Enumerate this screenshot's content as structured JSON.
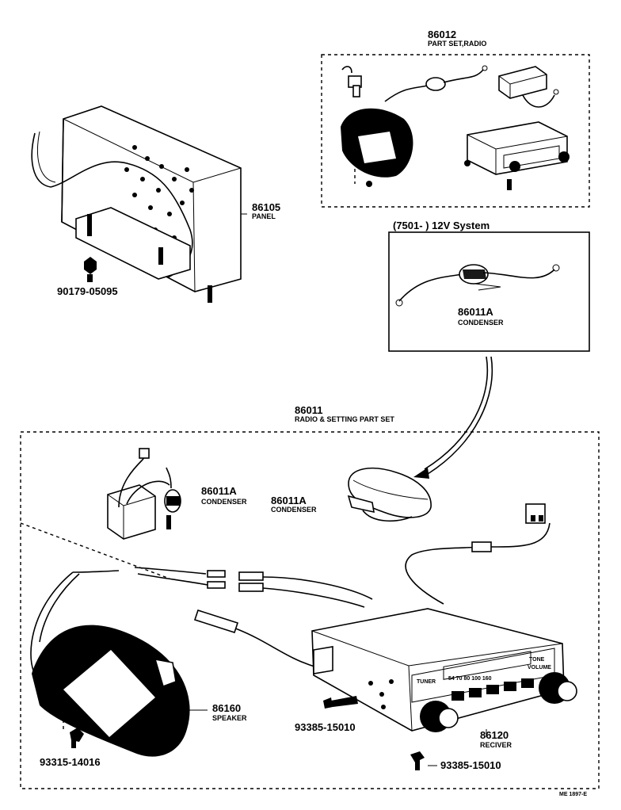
{
  "parts": {
    "part_set_radio": {
      "number": "86012",
      "name": "PART SET,RADIO"
    },
    "panel": {
      "number": "86105",
      "name": "PANEL"
    },
    "bolt_panel": {
      "number": "90179-05095"
    },
    "system_box": {
      "title": "(7501-      ) 12V System"
    },
    "condenser_12v": {
      "number": "86011A",
      "name": "CONDENSER"
    },
    "radio_setting_set": {
      "number": "86011",
      "name": "RADIO & SETTING PART SET"
    },
    "condenser_left": {
      "number": "86011A",
      "name": "CONDENSER"
    },
    "condenser_center": {
      "number": "86011A",
      "name": "CONDENSER"
    },
    "speaker": {
      "number": "86160",
      "name": "SPEAKER"
    },
    "screw_speaker": {
      "number": "93315-14016"
    },
    "screw_receiver_a": {
      "number": "93385-15010"
    },
    "receiver": {
      "number": "86120",
      "name": "RECIVER"
    },
    "screw_receiver_b": {
      "number": "93385-15010"
    }
  },
  "receiver_face": {
    "tuner": "TUNER",
    "dial": "54  70  80  100  160",
    "tone": "TONE",
    "volume": "VOLUME"
  },
  "figure_code": "ME 1897-E"
}
